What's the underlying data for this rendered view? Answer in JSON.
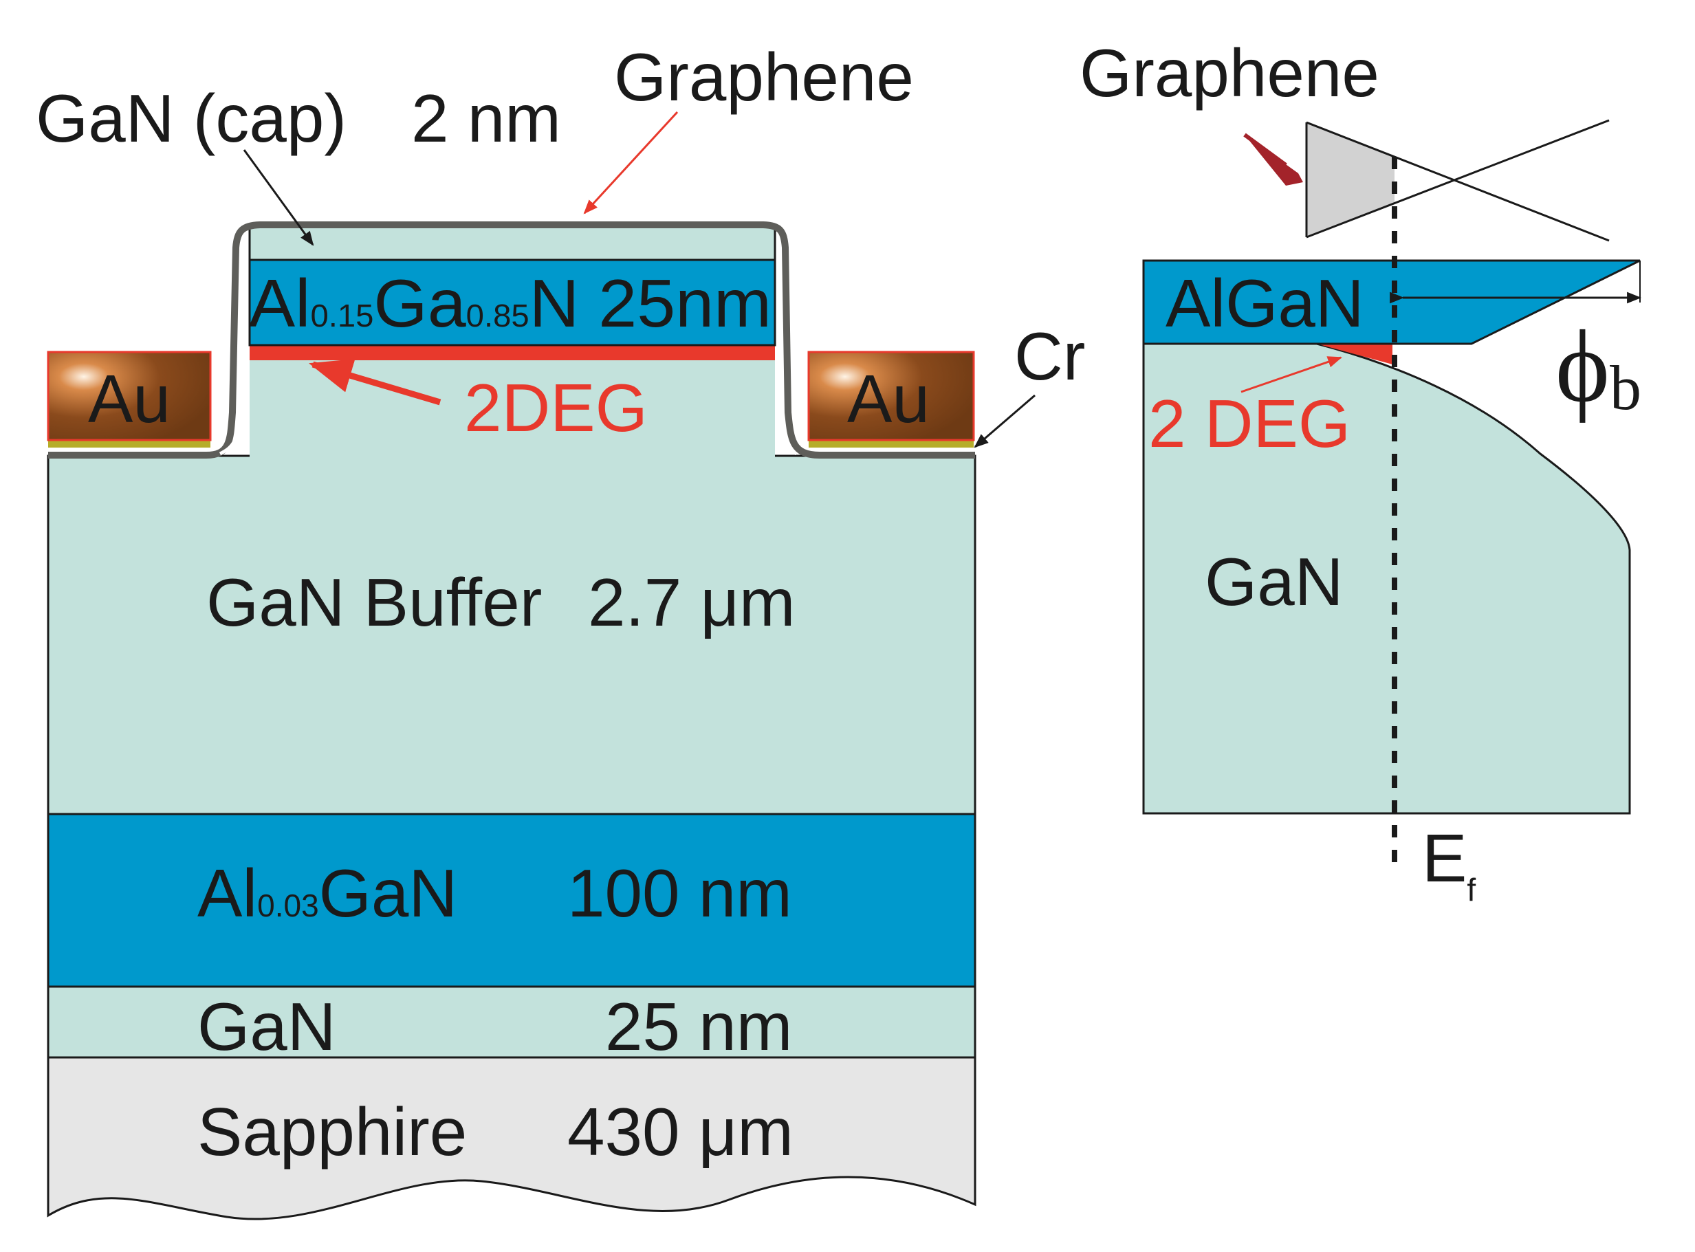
{
  "colors": {
    "gan": "#c3e2dc",
    "algan": "#0099cc",
    "deg": "#e8392c",
    "gold": "#8a4a1c",
    "cr": "#b6ad2a",
    "sapphire": "#e6e6e6",
    "graphene_wire": "#5e5e5a",
    "arrow_red": "#e8392c",
    "arrow_dark_red": "#a3232a",
    "outline": "#1a1a1a"
  },
  "left_device": {
    "cap_label": "GaN (cap)",
    "cap_thickness": "2 nm",
    "graphene_label": "Graphene",
    "barrier": {
      "pre": "Al",
      "sub1": "0.15",
      "mid": "Ga",
      "sub2": "0.85",
      "post": "N 25nm"
    },
    "deg_label": "2DEG",
    "contact_left": "Au",
    "contact_right": "Au",
    "cr_label": "Cr",
    "buffer": {
      "name": "GaN Buffer",
      "thickness": "2.7 μm"
    },
    "algan_layer": {
      "pre": "Al",
      "sub": "0.03",
      "post": "GaN",
      "thickness": "100 nm"
    },
    "gan_layer": {
      "name": "GaN",
      "thickness": "25 nm"
    },
    "substrate": {
      "name": "Sapphire",
      "thickness": "430 μm"
    }
  },
  "band_diagram": {
    "graphene_label": "Graphene",
    "algan_label": "AlGaN",
    "deg_label": "2 DEG",
    "gan_label": "GaN",
    "barrier_symbol": "ϕ",
    "barrier_subscript": "b",
    "fermi_symbol": "E",
    "fermi_subscript": "f"
  }
}
